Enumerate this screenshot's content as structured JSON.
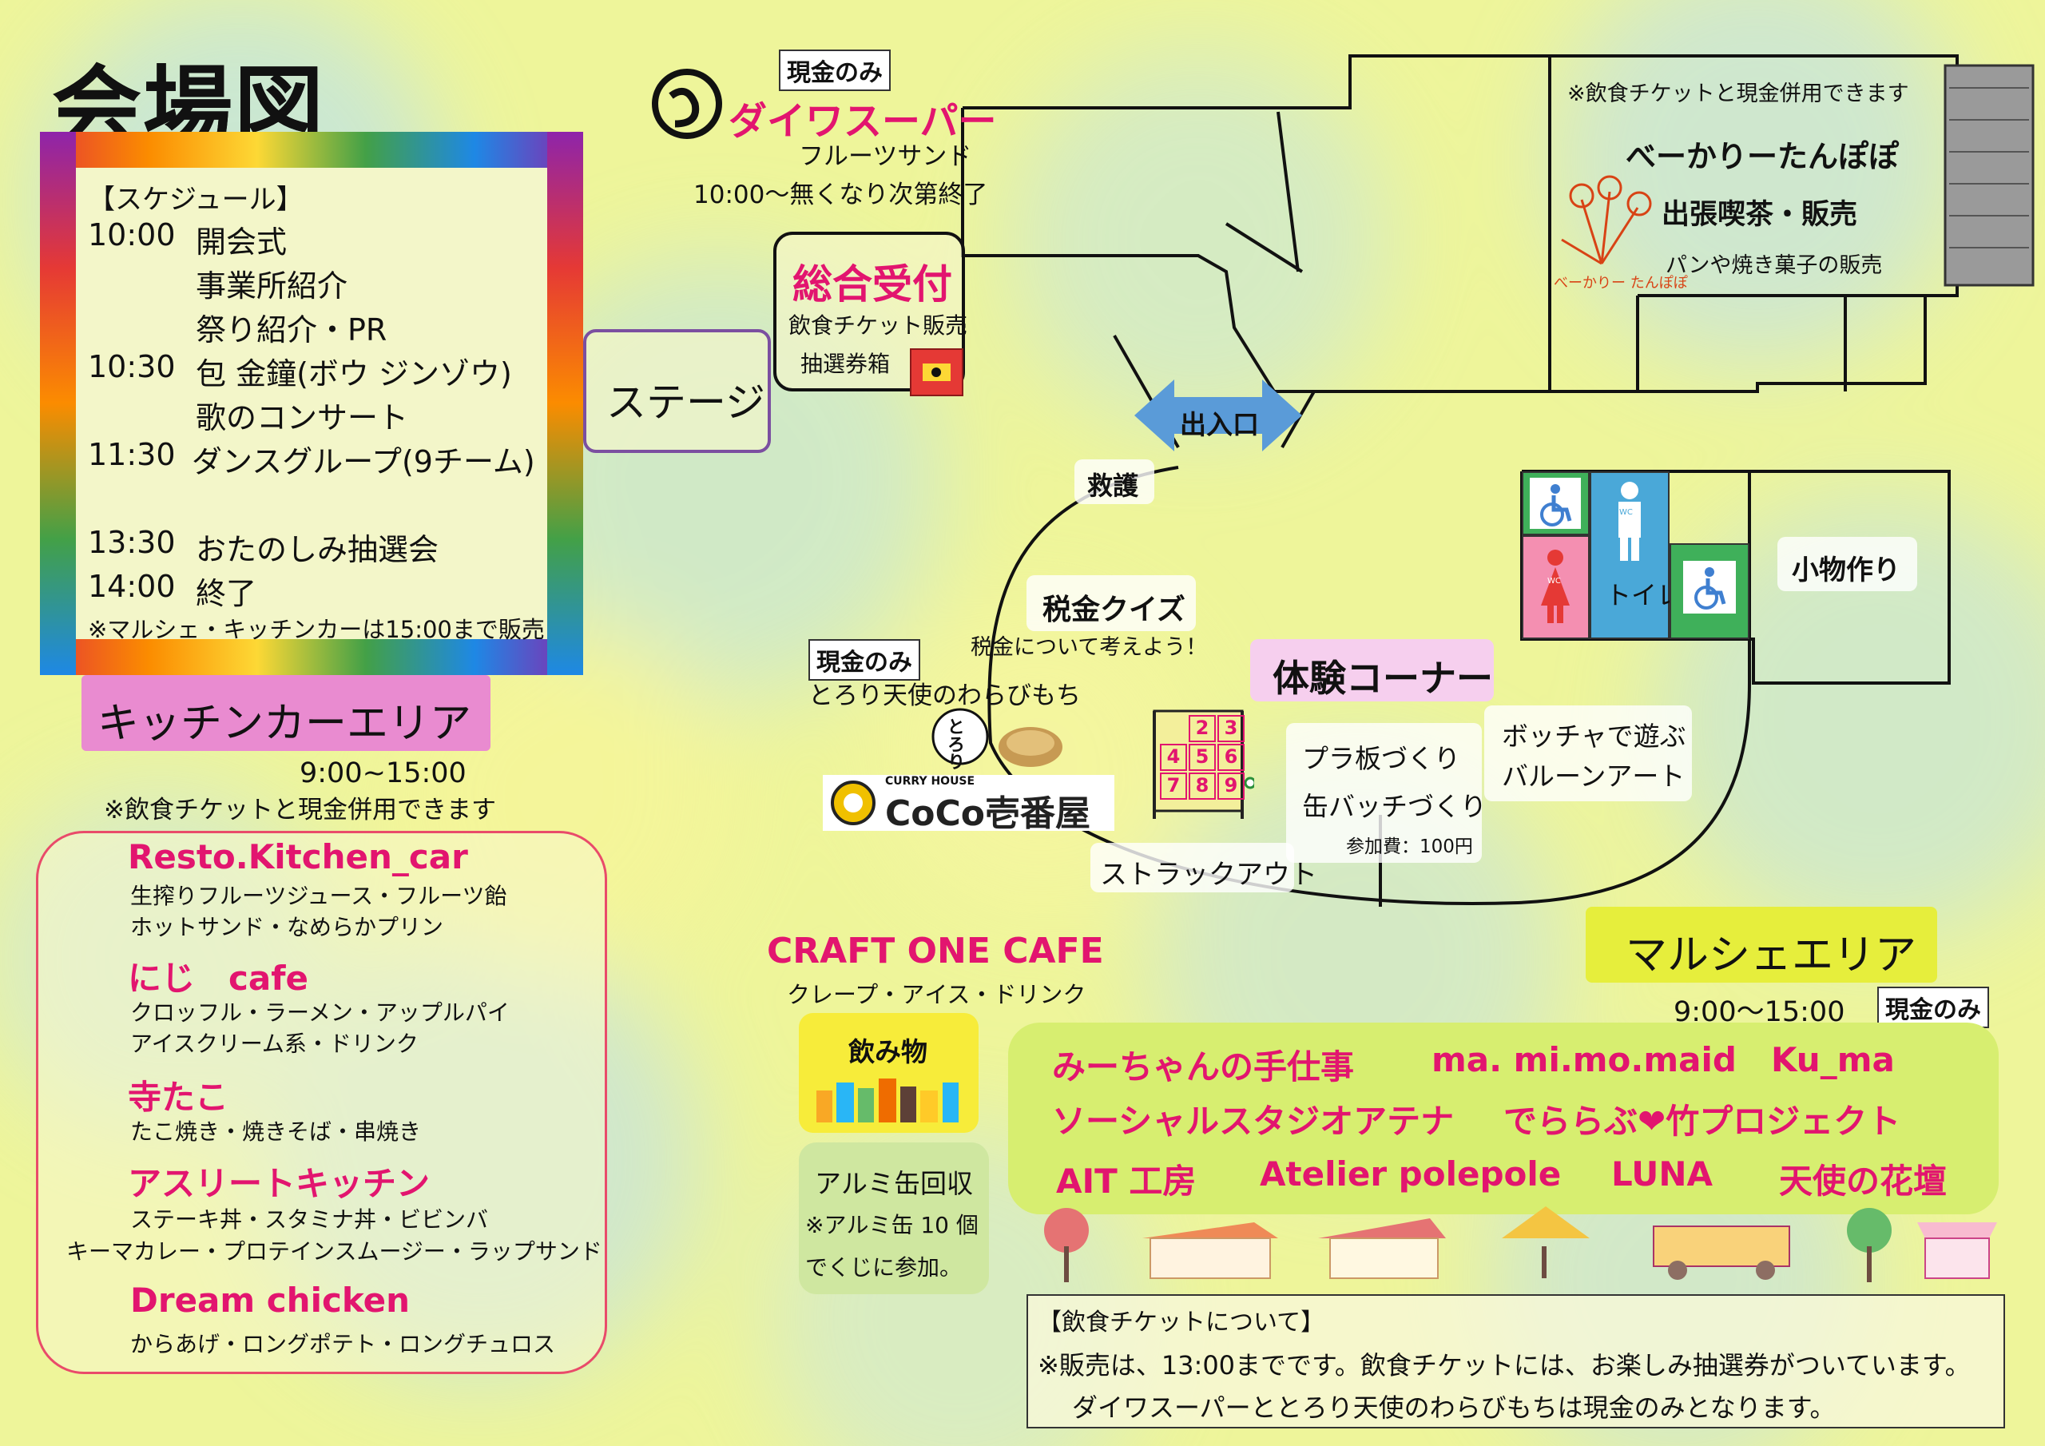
{
  "title": "会場図",
  "schedule": {
    "header": "【スケジュール】",
    "lines": [
      {
        "time": "10:00",
        "text": "開会式"
      },
      {
        "time": "",
        "text": "事業所紹介"
      },
      {
        "time": "",
        "text": "祭り紹介・PR"
      },
      {
        "time": "10:30",
        "text": "包 金鐘(ボウ ジンゾウ)"
      },
      {
        "time": "",
        "text": "歌のコンサート"
      },
      {
        "time": "11:30",
        "text": "ダンスグループ(9チーム)"
      },
      {
        "time": "13:30",
        "text": "おたのしみ抽選会"
      },
      {
        "time": "14:00",
        "text": "終了"
      }
    ],
    "note": "※マルシェ・キッチンカーは15:00まで販売"
  },
  "kitchen": {
    "title": "キッチンカーエリア",
    "hours": "9:00~15:00",
    "note": "※飲食チケットと現金併用できます",
    "shops": [
      {
        "name": "Resto.Kitchen_car",
        "lines": [
          "生搾りフルーツジュース・フルーツ飴",
          "ホットサンド・なめらかプリン"
        ]
      },
      {
        "name": "にじ　cafe",
        "lines": [
          "クロッフル・ラーメン・アップルパイ",
          "アイスクリーム系・ドリンク"
        ]
      },
      {
        "name": "寺たこ",
        "lines": [
          "たこ焼き・焼きそば・串焼き"
        ]
      },
      {
        "name": "アスリートキッチン",
        "lines": [
          "ステーキ丼・スタミナ丼・ビビンバ",
          "キーマカレー・プロテインスムージー・ラップサンド"
        ]
      },
      {
        "name": "Dream chicken",
        "lines": [
          "からあげ・ロングポテト・ロングチュロス"
        ]
      }
    ]
  },
  "daiwa": {
    "cash_only": "現金のみ",
    "name": "ダイワスーパー",
    "item": "フルーツサンド",
    "hours": "10:00～無くなり次第終了"
  },
  "reception": {
    "title": "総合受付",
    "line1": "飲食チケット販売",
    "line2": "抽選券箱"
  },
  "stage": "ステージ",
  "entrance": "出入口",
  "first_aid": "救護",
  "bakery": {
    "note": "※飲食チケットと現金併用できます",
    "name": "べーかりーたんぽぽ",
    "line2": "出張喫茶・販売",
    "line3": "パンや焼き菓子の販売",
    "logo": "べーかりー たんぽぽ"
  },
  "toilet": {
    "label": "トイレ",
    "wc": "WC"
  },
  "crafts": "小物作り",
  "tax_quiz": {
    "title": "税金クイズ",
    "sub": "税金について考えよう！"
  },
  "experience": "体験コーナー",
  "warabimochi": {
    "cash_only": "現金のみ",
    "name": "とろり天使のわらびもち",
    "logo_text": "とろり"
  },
  "coco": {
    "small": "CURRY HOUSE",
    "name": "CoCo壱番屋"
  },
  "struck_out": {
    "label": "ストラックアウト",
    "numbers": [
      "2",
      "3",
      "4",
      "5",
      "6",
      "7",
      "8",
      "9"
    ]
  },
  "pla": {
    "line1": "プラ板づくり",
    "line2": "缶バッチづくり",
    "fee": "参加費：100円"
  },
  "bocha": {
    "line1": "ボッチャで遊ぶ",
    "line2": "バルーンアート"
  },
  "craft_one": {
    "name": "CRAFT ONE CAFE",
    "desc": "クレープ・アイス・ドリンク"
  },
  "drinks": "飲み物",
  "aluminum": {
    "title": "アルミ缶回収",
    "line1": "※アルミ缶 10 個",
    "line2": "でくじに参加。"
  },
  "marche": {
    "title": "マルシェエリア",
    "hours": "9:00～15:00",
    "cash_only": "現金のみ",
    "shops": [
      "みーちゃんの手仕事",
      "ma. mi.mo.maid",
      "Ku_ma",
      "ソーシャルスタジオアテナ",
      "でららぶ❤竹プロジェクト",
      "AIT 工房",
      "Atelier polepole",
      "LUNA",
      "天使の花壇"
    ]
  },
  "ticket_info": {
    "title": "【飲食チケットについて】",
    "line1": "※販売は、13:00までです。飲食チケットには、お楽しみ抽選券がついています。",
    "line2": "ダイワスーパーととろり天使のわらびもちは現金のみとなります。"
  },
  "colors": {
    "pink": "#e2156f",
    "purple_box": "#7b4fa0",
    "kitchen_label_bg": "#e98bd0",
    "marche_label_bg": "#e6ee3c",
    "marche_box_bg": "#d7ee70",
    "arrow_blue": "#5a9bd8",
    "toilet_green": "#3fb05a",
    "toilet_blue": "#4aa8d8",
    "toilet_pink": "#f48fb1"
  }
}
